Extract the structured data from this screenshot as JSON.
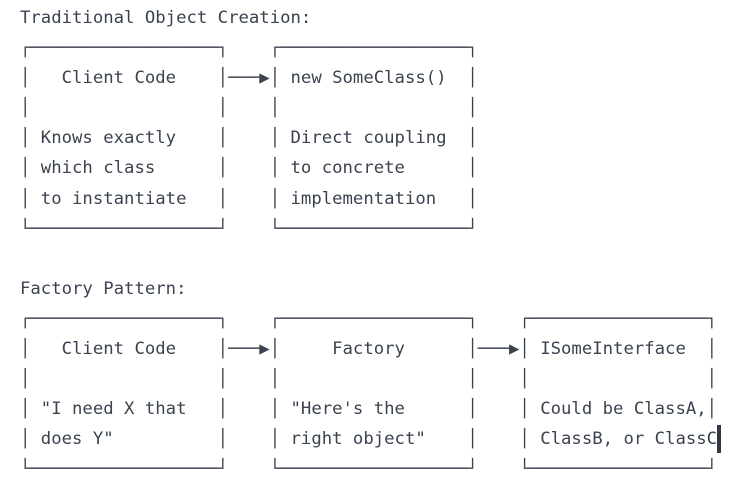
{
  "app": {
    "background": "#ffffff",
    "text_color": "#3b4350",
    "caret_color": "#303743"
  },
  "sections": [
    {
      "title": "Traditional Object Creation:",
      "connectors": [
        "right-arrow"
      ],
      "boxes": [
        {
          "heading": "Client Code",
          "body": [
            "Knows exactly",
            "which class",
            "to instantiate"
          ]
        },
        {
          "heading": "new SomeClass()",
          "body": [
            "Direct coupling",
            "to concrete",
            "implementation"
          ]
        }
      ]
    },
    {
      "title": "Factory Pattern:",
      "connectors": [
        "right-arrow",
        "right-arrow"
      ],
      "boxes": [
        {
          "heading": "Client Code",
          "body": [
            "\"I need X that",
            "does Y\""
          ]
        },
        {
          "heading": "Factory",
          "body": [
            "\"Here's the",
            "right object\""
          ]
        },
        {
          "heading": "ISomeInterface",
          "body": [
            "Could be ClassA,",
            "ClassB, or ClassC"
          ]
        }
      ]
    }
  ],
  "diagram": {
    "caret": {
      "row": 14,
      "col": 67
    },
    "lines": [
      "Traditional Object Creation:",
      "┌──────────────────┐    ┌──────────────────┐",
      "│   Client Code    │───▶│ new SomeClass()  │",
      "│                  │    │                  │",
      "│ Knows exactly    │    │ Direct coupling  │",
      "│ which class      │    │ to concrete      │",
      "│ to instantiate   │    │ implementation   │",
      "└──────────────────┘    └──────────────────┘",
      "",
      "Factory Pattern:",
      "┌──────────────────┐    ┌──────────────────┐    ┌─────────────────┐",
      "│   Client Code    │───▶│     Factory      │───▶│ ISomeInterface  │",
      "│                  │    │                  │    │                 │",
      "│ \"I need X that   │    │ \"Here's the      │    │ Could be ClassA,│",
      "│ does Y\"          │    │ right object\"    │    │ ClassB, or ClassC",
      "└──────────────────┘    └──────────────────┘    └─────────────────┘"
    ]
  }
}
